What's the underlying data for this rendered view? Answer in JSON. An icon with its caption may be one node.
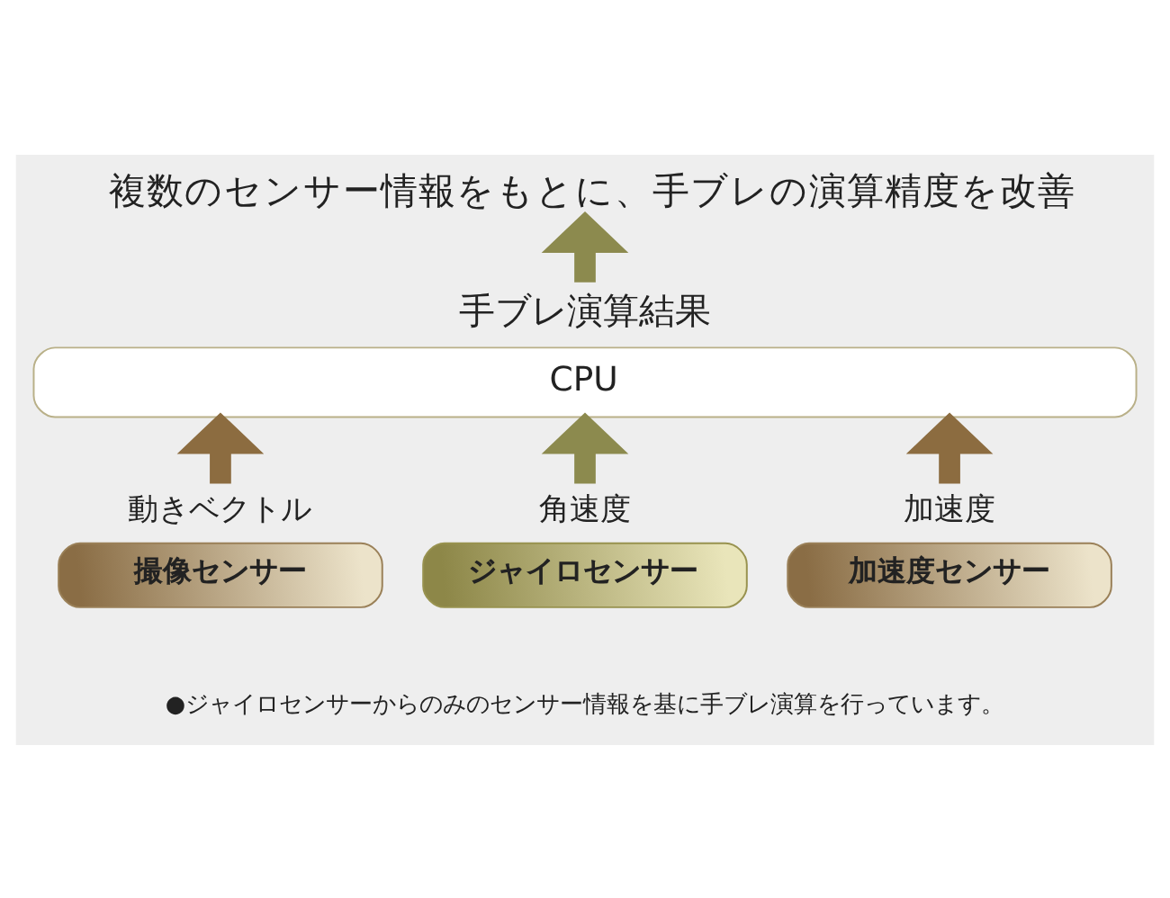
{
  "diagram": {
    "nodes": [
      {
        "text": [
          "複数のセンサー情報をもとに、手ブレの演算精度を改善"
        ]
      },
      {
        "text": [
          "CPU"
        ],
        "beside": [
          "手ブレ演算結果"
        ]
      },
      {
        "text": [
          "撮像センサー"
        ],
        "beside": [
          "動きベクトル"
        ]
      },
      {
        "text": [
          "ジャイロセンサー"
        ],
        "beside": [
          "角速度"
        ]
      },
      {
        "text": [
          "加速度センサー"
        ],
        "beside": [
          "加速度"
        ]
      }
    ],
    "edges": [
      {
        "from": 1,
        "to": 0,
        "arrow": "to",
        "color": "#8c8a4e"
      },
      {
        "from": 2,
        "to": 1,
        "arrow": "to",
        "color": "#8c6c40"
      },
      {
        "from": 3,
        "to": 1,
        "arrow": "to",
        "color": "#8c8a4e"
      },
      {
        "from": 4,
        "to": 1,
        "arrow": "to",
        "color": "#8c6c40"
      }
    ],
    "labels": [
      "●ジャイロセンサーからのみのセンサー情報を基に手ブレ演算を行っています。"
    ]
  }
}
